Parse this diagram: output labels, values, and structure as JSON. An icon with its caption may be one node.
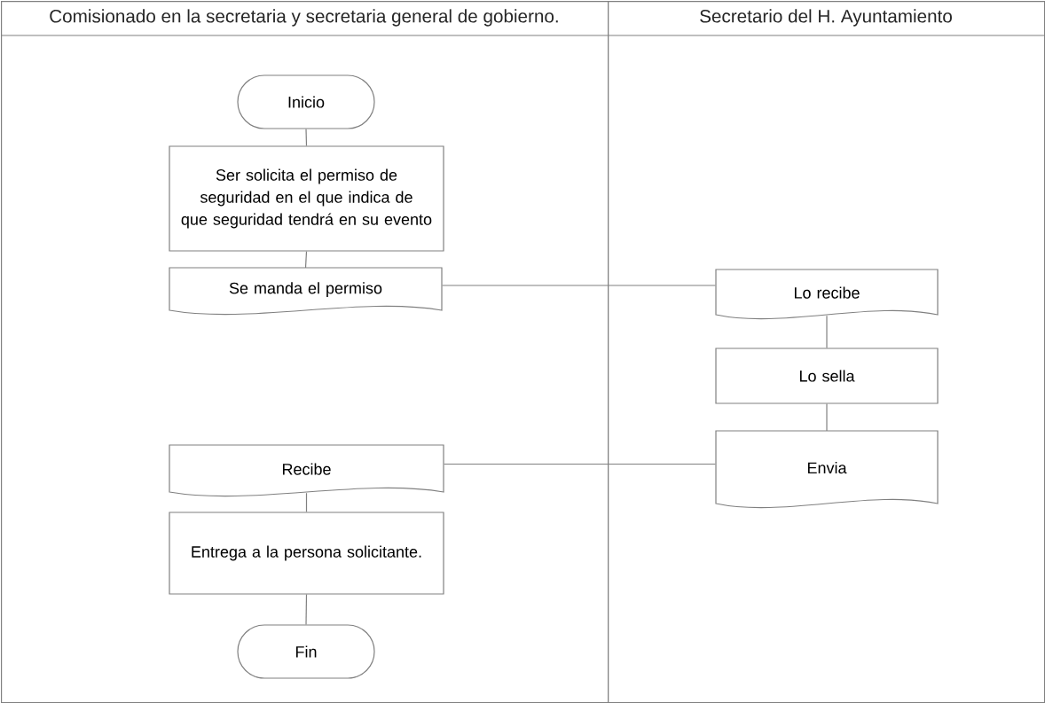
{
  "diagram": {
    "nodes": [
      {
        "text": [
          "Comisionado en la secretaria y secretaria general de gobierno."
        ]
      },
      {
        "text": [
          "Secretario del H. Ayuntamiento"
        ]
      },
      {
        "text": [
          "Inicio"
        ],
        "in": 0
      },
      {
        "text": [
          "Ser solicita el permiso de seguridad en el que indica de que seguridad tendrá en su evento"
        ],
        "in": 0
      },
      {
        "text": [
          "Se manda el permiso"
        ],
        "in": 0
      },
      {
        "text": [
          "Lo recibe"
        ],
        "in": 1
      },
      {
        "text": [
          "Lo sella"
        ],
        "in": 1
      },
      {
        "text": [
          "Envia"
        ],
        "in": 1
      },
      {
        "text": [
          "Recibe"
        ],
        "in": 0
      },
      {
        "text": [
          "Entrega a la persona solicitante."
        ],
        "in": 0
      },
      {
        "text": [
          "Fin"
        ],
        "in": 0
      }
    ],
    "edges": [
      {
        "from": 2,
        "to": 3,
        "arrow": "none"
      },
      {
        "from": 3,
        "to": 4,
        "arrow": "none"
      },
      {
        "from": 4,
        "to": 5,
        "arrow": "none"
      },
      {
        "from": 5,
        "to": 6,
        "arrow": "none"
      },
      {
        "from": 6,
        "to": 7,
        "arrow": "none"
      },
      {
        "from": 7,
        "to": 8,
        "arrow": "none"
      },
      {
        "from": 8,
        "to": 9,
        "arrow": "none"
      },
      {
        "from": 9,
        "to": 10,
        "arrow": "none"
      }
    ]
  }
}
